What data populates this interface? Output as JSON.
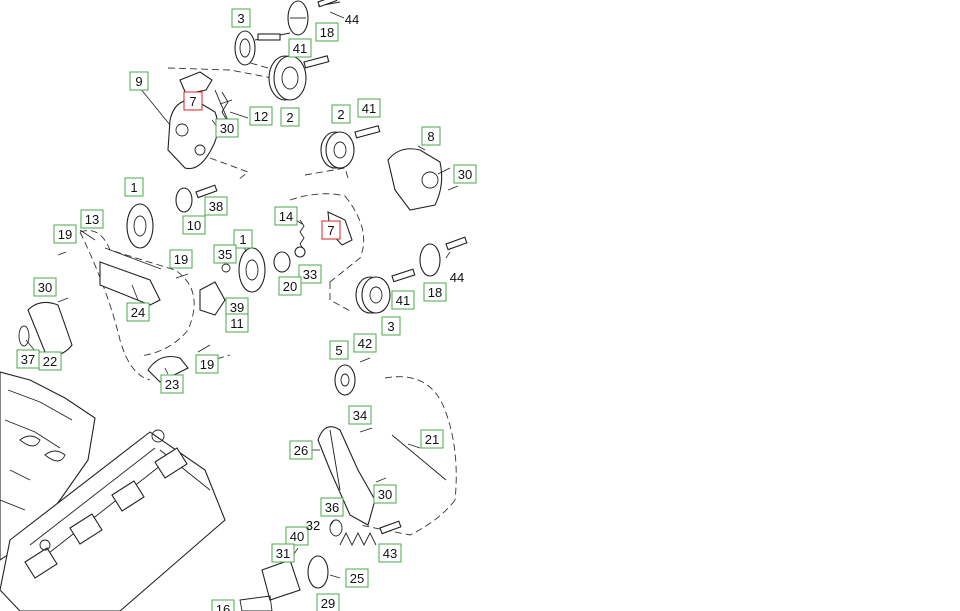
{
  "callouts": [
    {
      "id": "c3a",
      "text": "3",
      "color": "green"
    },
    {
      "id": "c44a",
      "text": "44",
      "color": "none"
    },
    {
      "id": "c18a",
      "text": "18",
      "color": "green"
    },
    {
      "id": "c41a",
      "text": "41",
      "color": "green"
    },
    {
      "id": "c9",
      "text": "9",
      "color": "green"
    },
    {
      "id": "c7a",
      "text": "7",
      "color": "red"
    },
    {
      "id": "c30a",
      "text": "30",
      "color": "green"
    },
    {
      "id": "c12",
      "text": "12",
      "color": "green"
    },
    {
      "id": "c2a",
      "text": "2",
      "color": "green"
    },
    {
      "id": "c2b",
      "text": "2",
      "color": "green"
    },
    {
      "id": "c41b",
      "text": "41",
      "color": "green"
    },
    {
      "id": "c8",
      "text": "8",
      "color": "green"
    },
    {
      "id": "c30b",
      "text": "30",
      "color": "green"
    },
    {
      "id": "c1a",
      "text": "1",
      "color": "green"
    },
    {
      "id": "c38",
      "text": "38",
      "color": "green"
    },
    {
      "id": "c10",
      "text": "10",
      "color": "green"
    },
    {
      "id": "c13",
      "text": "13",
      "color": "green"
    },
    {
      "id": "c19a",
      "text": "19",
      "color": "green"
    },
    {
      "id": "c14",
      "text": "14",
      "color": "green"
    },
    {
      "id": "c7b",
      "text": "7",
      "color": "red"
    },
    {
      "id": "c1b",
      "text": "1",
      "color": "green"
    },
    {
      "id": "c35",
      "text": "35",
      "color": "green"
    },
    {
      "id": "c19b",
      "text": "19",
      "color": "green"
    },
    {
      "id": "c33",
      "text": "33",
      "color": "green"
    },
    {
      "id": "c20",
      "text": "20",
      "color": "green"
    },
    {
      "id": "c44b",
      "text": "44",
      "color": "none"
    },
    {
      "id": "c18b",
      "text": "18",
      "color": "green"
    },
    {
      "id": "c41c",
      "text": "41",
      "color": "green"
    },
    {
      "id": "c30c",
      "text": "30",
      "color": "green"
    },
    {
      "id": "c24",
      "text": "24",
      "color": "green"
    },
    {
      "id": "c39",
      "text": "39",
      "color": "green"
    },
    {
      "id": "c11",
      "text": "11",
      "color": "green"
    },
    {
      "id": "c3b",
      "text": "3",
      "color": "green"
    },
    {
      "id": "c37",
      "text": "37",
      "color": "green"
    },
    {
      "id": "c22",
      "text": "22",
      "color": "green"
    },
    {
      "id": "c5",
      "text": "5",
      "color": "green"
    },
    {
      "id": "c42",
      "text": "42",
      "color": "green"
    },
    {
      "id": "c23",
      "text": "23",
      "color": "green"
    },
    {
      "id": "c19c",
      "text": "19",
      "color": "green"
    },
    {
      "id": "c34",
      "text": "34",
      "color": "green"
    },
    {
      "id": "c26",
      "text": "26",
      "color": "green"
    },
    {
      "id": "c21",
      "text": "21",
      "color": "green"
    },
    {
      "id": "c30d",
      "text": "30",
      "color": "green"
    },
    {
      "id": "c36",
      "text": "36",
      "color": "green"
    },
    {
      "id": "c40",
      "text": "40",
      "color": "green"
    },
    {
      "id": "c32",
      "text": "32",
      "color": "none"
    },
    {
      "id": "c31",
      "text": "31",
      "color": "green"
    },
    {
      "id": "c43",
      "text": "43",
      "color": "green"
    },
    {
      "id": "c25",
      "text": "25",
      "color": "green"
    },
    {
      "id": "c16",
      "text": "16",
      "color": "green"
    },
    {
      "id": "c29",
      "text": "29",
      "color": "green"
    }
  ],
  "colors": {
    "callout_green": "#4aa84a",
    "callout_red": "#d22222",
    "line": "#222222",
    "background": "#ffffff"
  }
}
